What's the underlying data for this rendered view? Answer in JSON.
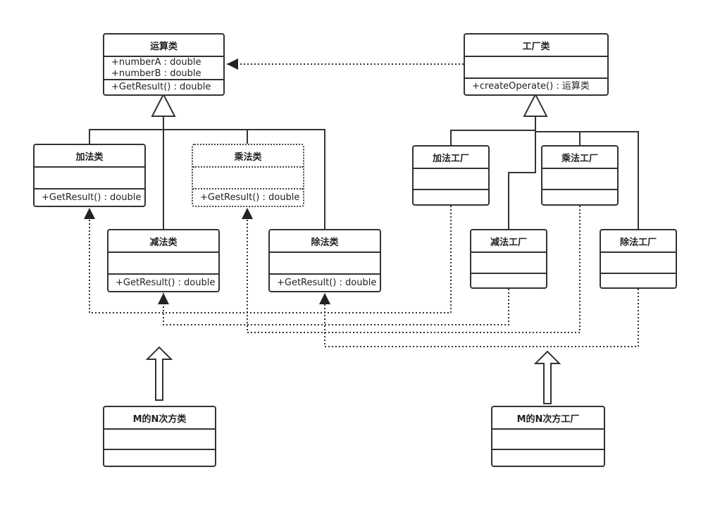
{
  "classes": {
    "op": {
      "name": "运算类",
      "attributes": [
        "+numberA : double",
        "+numberB : double"
      ],
      "operations": [
        "+GetResult() : double"
      ]
    },
    "factory": {
      "name": "工厂类",
      "attributes": [],
      "operations": [
        "+createOperate()  :  运算类"
      ]
    },
    "add": {
      "name": "加法类",
      "attributes": [],
      "operations": [
        "+GetResult() : double"
      ]
    },
    "mul": {
      "name": "乘法类",
      "attributes": [],
      "operations": [
        "+GetResult() : double"
      ]
    },
    "sub": {
      "name": "减法类",
      "attributes": [],
      "operations": [
        "+GetResult() : double"
      ]
    },
    "div": {
      "name": "除法类",
      "attributes": [],
      "operations": [
        "+GetResult() : double"
      ]
    },
    "addF": {
      "name": "加法工厂",
      "attributes": [],
      "operations": []
    },
    "mulF": {
      "name": "乘法工厂",
      "attributes": [],
      "operations": []
    },
    "subF": {
      "name": "减法工厂",
      "attributes": [],
      "operations": []
    },
    "divF": {
      "name": "除法工厂",
      "attributes": [],
      "operations": []
    },
    "pow": {
      "name": "M的N次方类",
      "attributes": [],
      "operations": []
    },
    "powF": {
      "name": "M的N次方工厂",
      "attributes": [],
      "operations": []
    }
  },
  "colors": {
    "stroke": "#333333",
    "background": "#ffffff"
  }
}
